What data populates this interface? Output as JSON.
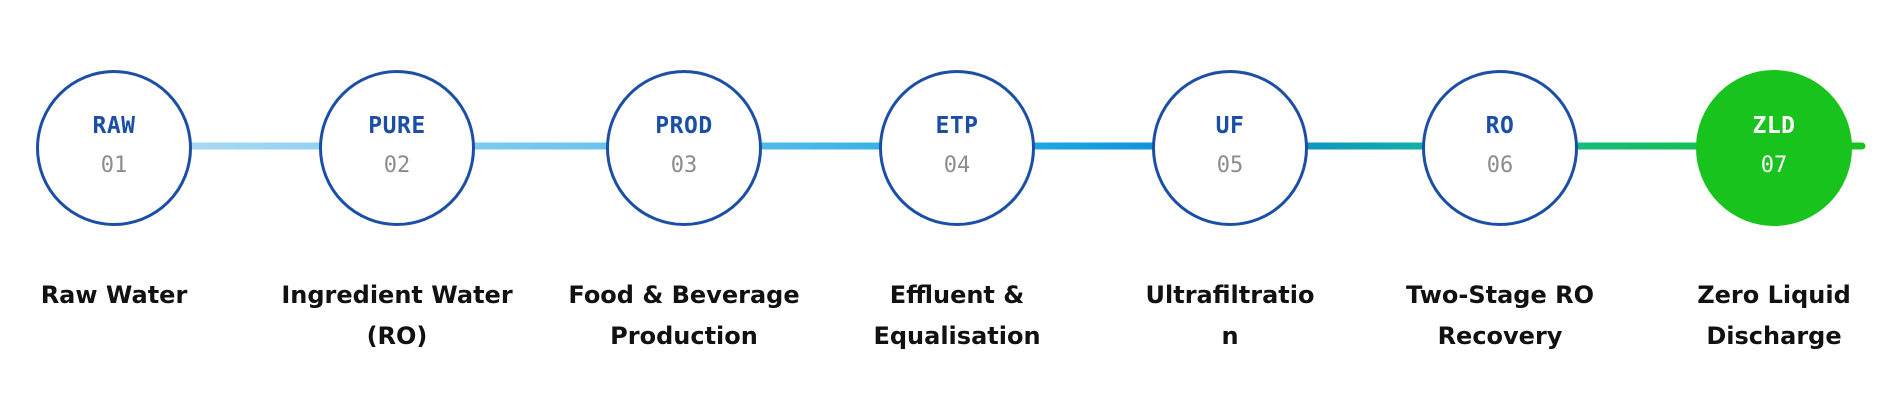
{
  "steps": [
    {
      "code": "RAW",
      "number": "01",
      "label": "Raw Water"
    },
    {
      "code": "PURE",
      "number": "02",
      "label": "Ingredient Water (RO)"
    },
    {
      "code": "PROD",
      "number": "03",
      "label": "Food & Beverage Production"
    },
    {
      "code": "ETP",
      "number": "04",
      "label": "Effluent & Equalisation"
    },
    {
      "code": "UF",
      "number": "05",
      "label": "Ultrafiltration"
    },
    {
      "code": "RO",
      "number": "06",
      "label": "Two-Stage RO Recovery"
    },
    {
      "code": "ZLD",
      "number": "07",
      "label": "Zero Liquid Discharge"
    }
  ],
  "colors": {
    "node_border": "#1b4fa5",
    "node_code_text": "#1b4fa5",
    "node_number_text": "#8c8c8c",
    "final_node_fill": "#19c31d",
    "label_text": "#111111",
    "connector_gradient": [
      "#a8d8f4",
      "#5cc0ec",
      "#1a9ee0",
      "#0a86d0",
      "#16b8a0",
      "#19c31d"
    ]
  }
}
